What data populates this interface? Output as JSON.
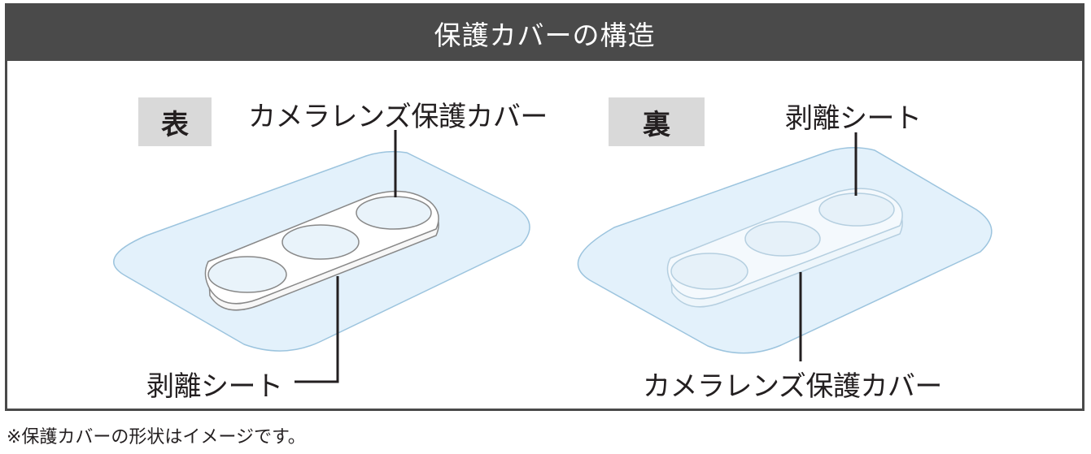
{
  "header": {
    "title": "保護カバーの構造"
  },
  "front": {
    "tag": "表",
    "top_label": "カメラレンズ保護カバー",
    "bottom_label": "剥離シート"
  },
  "back": {
    "tag": "裏",
    "top_label": "剥離シート",
    "bottom_label": "カメラレンズ保護カバー"
  },
  "footnote": "※保護カバーの形状はイメージです。",
  "colors": {
    "header_bg": "#4a4a4a",
    "sheet_fill": "#e3f1fb",
    "sheet_stroke": "#9cc4de",
    "tag_bg": "#d9d9d9"
  }
}
